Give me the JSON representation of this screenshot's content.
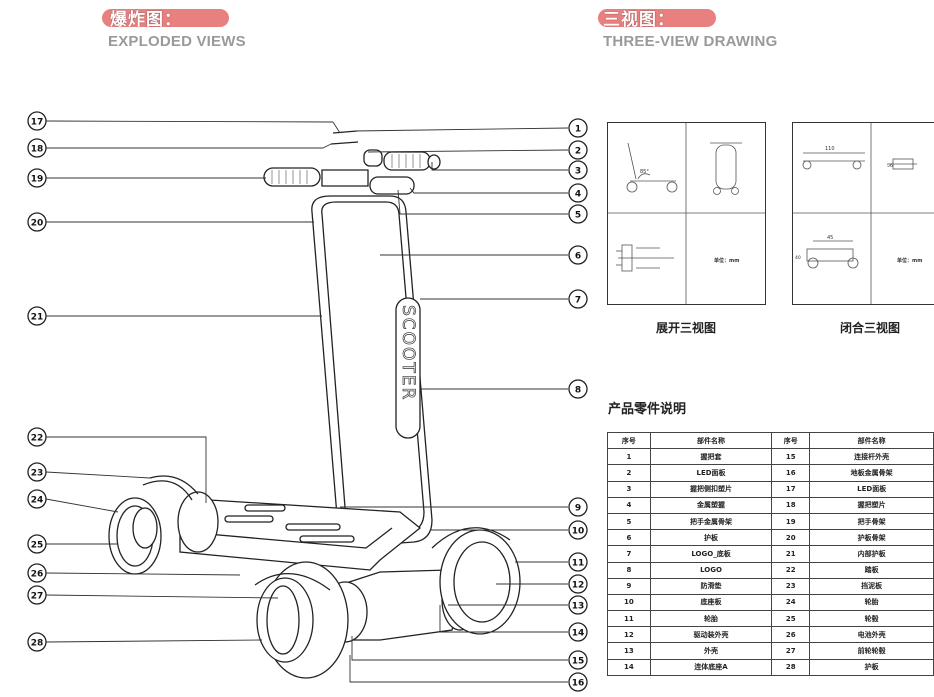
{
  "headers": {
    "exploded_cn": "爆炸图：",
    "exploded_en": "EXPLODED VIEWS",
    "threeview_cn": "三视图：",
    "threeview_en": "THREE-VIEW DRAWING"
  },
  "callouts_left": [
    "17",
    "18",
    "19",
    "20",
    "21",
    "22",
    "23",
    "24",
    "25",
    "26",
    "27",
    "28"
  ],
  "callouts_right": [
    "1",
    "2",
    "3",
    "4",
    "5",
    "6",
    "7",
    "8",
    "9",
    "10",
    "11",
    "12",
    "13",
    "14",
    "15",
    "16"
  ],
  "scooter_text": "SCOOTER",
  "three_view": {
    "unfolded_caption": "展开三视图",
    "folded_caption": "闭合三视图",
    "unit_label": "单位：mm",
    "angle_label": "85°",
    "dim_110": "110",
    "dim_56": "56",
    "dim_45": "45",
    "dim_40": "40"
  },
  "parts_table": {
    "title": "产品零件说明",
    "headers": [
      "序号",
      "部件名称",
      "序号",
      "部件名称"
    ],
    "rows": [
      [
        "1",
        "握把套",
        "15",
        "连接杆外壳"
      ],
      [
        "2",
        "LED面板",
        "16",
        "地板金属骨架"
      ],
      [
        "3",
        "握把侧扣塑片",
        "17",
        "LED面板"
      ],
      [
        "4",
        "金属塑握",
        "18",
        "握把塑片"
      ],
      [
        "5",
        "把手金属骨架",
        "19",
        "把手骨架"
      ],
      [
        "6",
        "护板",
        "20",
        "护板骨架"
      ],
      [
        "7",
        "LOGO_底板",
        "21",
        "内部护板"
      ],
      [
        "8",
        "LOGO",
        "22",
        "踏板"
      ],
      [
        "9",
        "防滑垫",
        "23",
        "挡泥板"
      ],
      [
        "10",
        "底座板",
        "24",
        "轮胎"
      ],
      [
        "11",
        "轮胎",
        "25",
        "轮毂"
      ],
      [
        "12",
        "驱动装外壳",
        "26",
        "电池外壳"
      ],
      [
        "13",
        "外壳",
        "27",
        "前轮轮毂"
      ],
      [
        "14",
        "连体底座A",
        "28",
        "护板"
      ]
    ]
  }
}
